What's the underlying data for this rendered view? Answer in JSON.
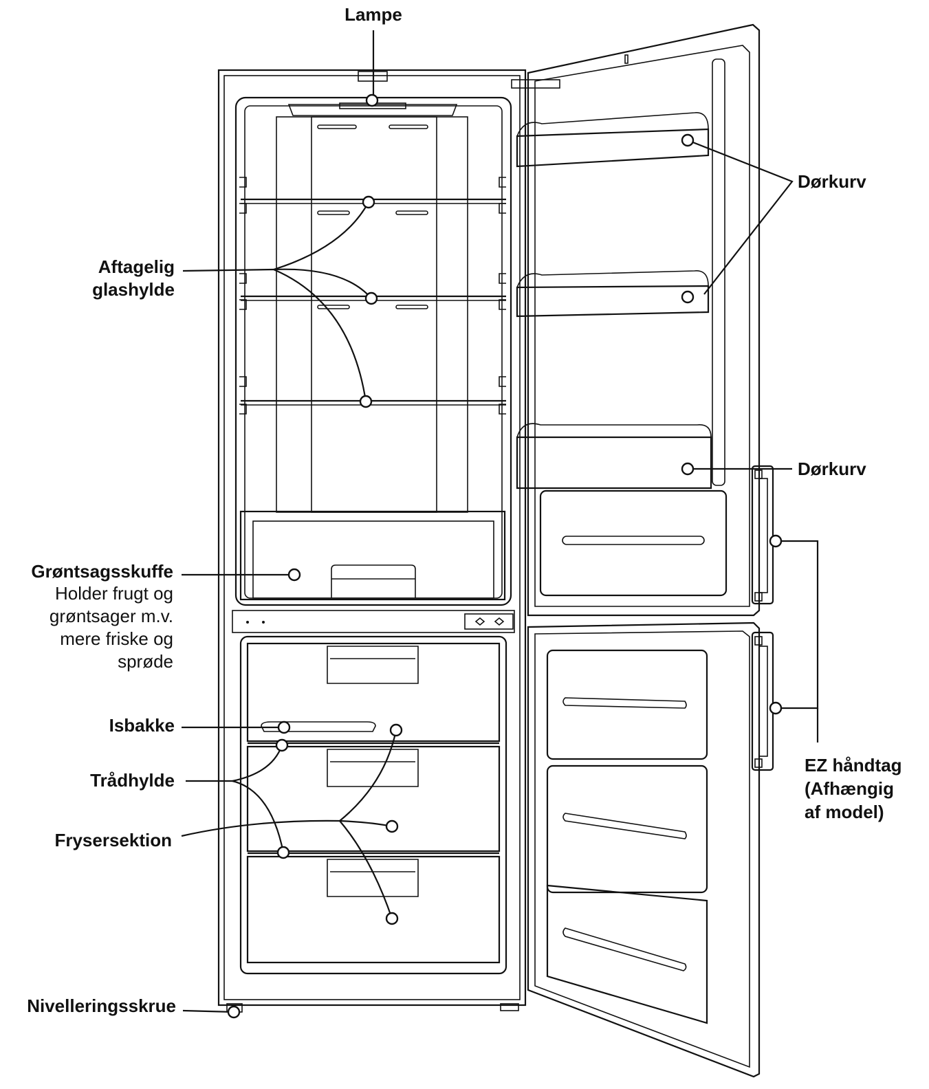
{
  "labels": {
    "lamp": "Lampe",
    "door_basket_top": "Dørkurv",
    "door_basket_bottom": "Dørkurv",
    "glass_shelf_line1": "Aftagelig",
    "glass_shelf_line2": "glashylde",
    "crisper_title": "Grøntsagsskuffe",
    "crisper_desc_1": "Holder frugt og",
    "crisper_desc_2": "grøntsager m.v.",
    "crisper_desc_3": "mere friske og",
    "crisper_desc_4": "sprøde",
    "ice_tray": "Isbakke",
    "wire_shelf": "Trådhylde",
    "freezer_section": "Frysersektion",
    "leveling_screw": "Nivelleringsskrue",
    "handle_line1": "EZ håndtag",
    "handle_line2": "(Afhængig",
    "handle_line3": "af model)"
  }
}
